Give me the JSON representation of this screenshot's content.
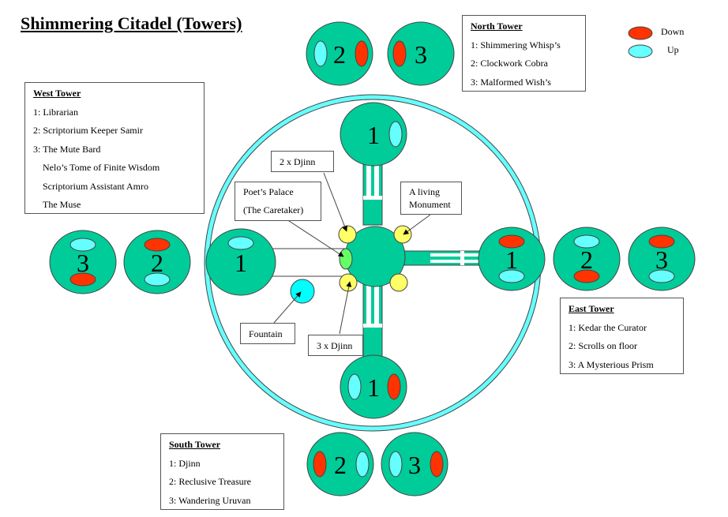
{
  "title": "Shimmering Citadel (Towers)",
  "legend": {
    "down_label": "Down",
    "up_label": "Up",
    "down_color": "#ff3300",
    "up_color": "#66ffff"
  },
  "colors": {
    "room_fill": "#00cc99",
    "wall_ring": "#66ffff",
    "poets_palace": "#66ff66",
    "djinn_marker": "#ffff66",
    "fountain": "#00ffff"
  },
  "towers": {
    "north": {
      "header": "North Tower",
      "items": [
        "1: Shimmering Whisp’s",
        "2: Clockwork Cobra",
        "3: Malformed Wish’s"
      ],
      "rooms": [
        {
          "num": "1",
          "stairs": [
            "up"
          ]
        },
        {
          "num": "2",
          "stairs": [
            "up",
            "down"
          ]
        },
        {
          "num": "3",
          "stairs": [
            "down"
          ]
        }
      ]
    },
    "west": {
      "header": "West Tower",
      "items": [
        "1: Librarian",
        "2: Scriptorium Keeper Samir",
        "3: The Mute Bard"
      ],
      "sub_items": [
        "Nelo’s Tome of Finite Wisdom",
        "Scriptorium Assistant Amro",
        "The Muse"
      ],
      "rooms": [
        {
          "num": "1",
          "stairs": [
            "up"
          ]
        },
        {
          "num": "2",
          "stairs": [
            "down",
            "up"
          ]
        },
        {
          "num": "3",
          "stairs": [
            "up",
            "down"
          ]
        }
      ]
    },
    "east": {
      "header": "East Tower",
      "items": [
        "1: Kedar the Curator",
        "2: Scrolls on floor",
        "3: A Mysterious Prism"
      ],
      "rooms": [
        {
          "num": "1",
          "stairs": [
            "down",
            "up"
          ]
        },
        {
          "num": "2",
          "stairs": [
            "up",
            "down"
          ]
        },
        {
          "num": "3",
          "stairs": [
            "down",
            "up"
          ]
        }
      ]
    },
    "south": {
      "header": "South Tower",
      "items": [
        "1: Djinn",
        "2: Reclusive Treasure",
        "3: Wandering Uruvan"
      ],
      "rooms": [
        {
          "num": "1",
          "stairs": [
            "up",
            "down"
          ]
        },
        {
          "num": "2",
          "stairs": [
            "down",
            "up"
          ]
        },
        {
          "num": "3",
          "stairs": [
            "up",
            "down"
          ]
        }
      ]
    }
  },
  "callouts": {
    "two_djinn": "2 x Djinn",
    "poets_palace_line1": "Poet’s Palace",
    "poets_palace_line2": "(The Caretaker)",
    "living_monument_line1": "A living",
    "living_monument_line2": "Monument",
    "fountain": "Fountain",
    "three_djinn": "3 x Djinn"
  }
}
